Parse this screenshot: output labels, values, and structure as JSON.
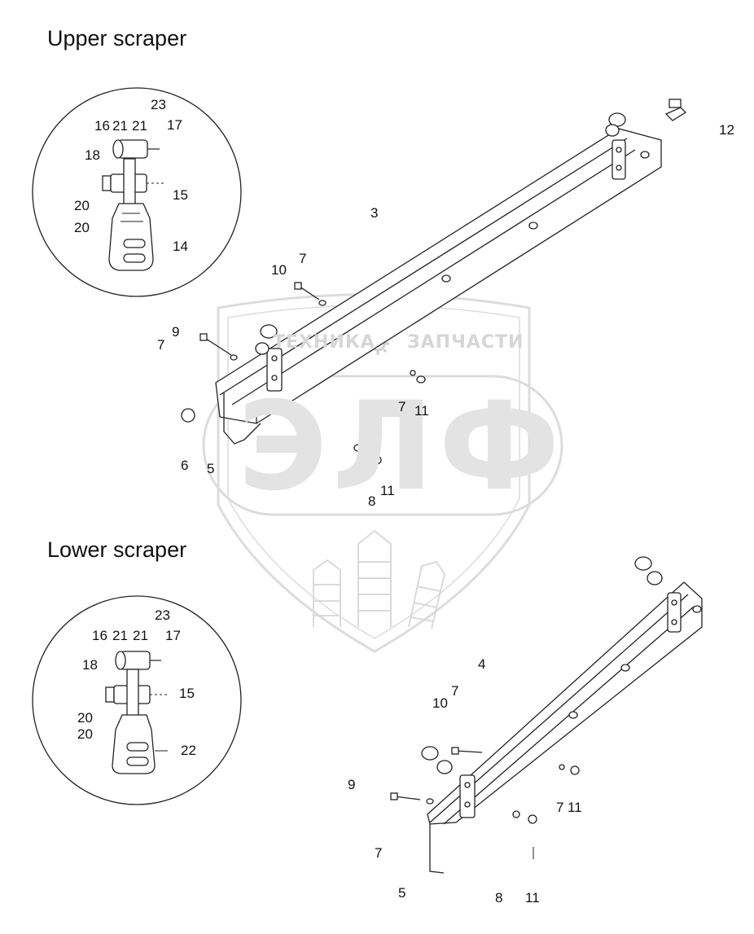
{
  "sections": {
    "upper": {
      "title": "Upper scraper",
      "detail_labels": [
        "23",
        "16",
        "21",
        "21",
        "17",
        "18",
        "15",
        "20",
        "20",
        "14"
      ],
      "assembly_labels": [
        "12",
        "3",
        "10",
        "7",
        "9",
        "7",
        "7",
        "11",
        "6",
        "5",
        "11",
        "8"
      ]
    },
    "lower": {
      "title": "Lower scraper",
      "detail_labels": [
        "23",
        "16",
        "21",
        "21",
        "17",
        "18",
        "15",
        "20",
        "20",
        "22"
      ],
      "assembly_labels": [
        "4",
        "10",
        "7",
        "9",
        "7",
        "11",
        "7",
        "5",
        "8",
        "11"
      ]
    }
  },
  "watermark": {
    "left_text": "ТЕХНИКА",
    "right_text": "ЗАПЧАСТИ",
    "big_text": "ЭЛФ",
    "gear_icon": "gear-icon",
    "emblem": "wheat-shield"
  }
}
